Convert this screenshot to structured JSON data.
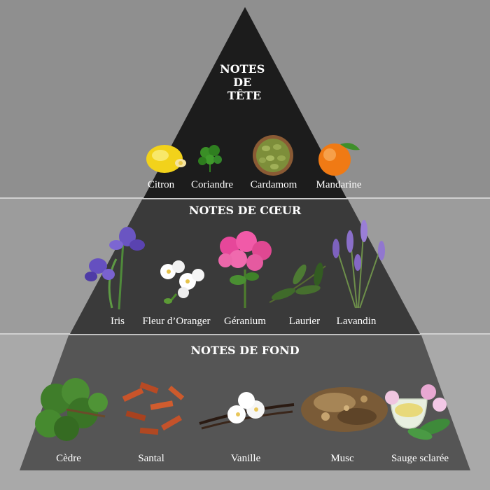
{
  "tiers": [
    {
      "title_lines": [
        "NOTES",
        "DE",
        "TÊTE"
      ],
      "items": [
        {
          "label": "Citron",
          "icon": "lemon-icon"
        },
        {
          "label": "Coriandre",
          "icon": "coriander-icon"
        },
        {
          "label": "Cardamom",
          "icon": "cardamom-icon"
        },
        {
          "label": "Mandarine",
          "icon": "mandarin-icon"
        }
      ]
    },
    {
      "title_lines": [
        "NOTES DE CŒUR"
      ],
      "items": [
        {
          "label": "Iris",
          "icon": "iris-icon"
        },
        {
          "label": "Fleur d’Oranger",
          "icon": "orange-blossom-icon"
        },
        {
          "label": "Géranium",
          "icon": "geranium-icon"
        },
        {
          "label": "Laurier",
          "icon": "laurel-icon"
        },
        {
          "label": "Lavandin",
          "icon": "lavender-icon"
        }
      ]
    },
    {
      "title_lines": [
        "NOTES DE FOND"
      ],
      "items": [
        {
          "label": "Cèdre",
          "icon": "cedar-icon"
        },
        {
          "label": "Santal",
          "icon": "sandalwood-icon"
        },
        {
          "label": "Vanille",
          "icon": "vanilla-icon"
        },
        {
          "label": "Musc",
          "icon": "musk-icon"
        },
        {
          "label": "Sauge sclarée",
          "icon": "clary-sage-icon"
        }
      ]
    }
  ],
  "colors": {
    "band_top": "#8f8f8f",
    "band_mid": "#9c9c9c",
    "band_bottom": "#a9a9a9",
    "tier_top": "#1c1c1c",
    "tier_mid": "#3a3a3a",
    "tier_bottom": "#555555"
  }
}
